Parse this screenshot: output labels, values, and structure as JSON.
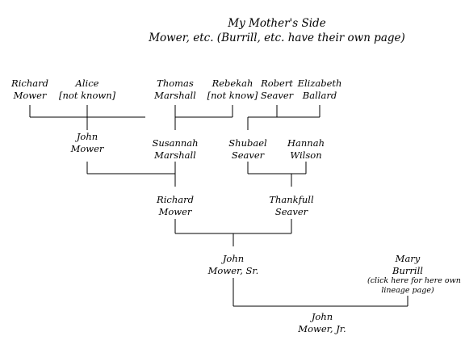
{
  "header": {
    "title": "My Mother's Side",
    "subtitle": "Mower, etc. (Burrill, etc. have their own page)"
  },
  "people": {
    "richard_mower_elder": [
      "Richard",
      "Mower"
    ],
    "alice": [
      "Alice",
      "[not known]"
    ],
    "thomas_marshall": [
      "Thomas",
      "Marshall"
    ],
    "rebekah": [
      "Rebekah",
      "[not know]"
    ],
    "robert_seaver": [
      "Robert",
      "Seaver"
    ],
    "elizabeth_ballard": [
      "Elizabeth",
      "Ballard"
    ],
    "john_mower_elder": [
      "John",
      "Mower"
    ],
    "susannah_marshall": [
      "Susannah",
      "Marshall"
    ],
    "shubael_seaver": [
      "Shubael",
      "Seaver"
    ],
    "hannah_wilson": [
      "Hannah",
      "Wilson"
    ],
    "richard_mower": [
      "Richard",
      "Mower"
    ],
    "thankfull_seaver": [
      "Thankfull",
      "Seaver"
    ],
    "john_mower_sr": [
      "John",
      "Mower, Sr."
    ],
    "mary_burrill": [
      "Mary",
      "Burrill"
    ],
    "john_mower_jr": [
      "John",
      "Mower, Jr."
    ]
  },
  "links": {
    "burrill_lineage": [
      "(click here for here own",
      "lineage page)"
    ]
  }
}
